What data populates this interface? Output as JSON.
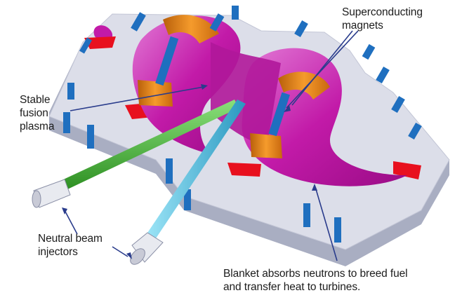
{
  "labels": {
    "magnets": "Superconducting\nmagnets",
    "plasma": "Stable\nfusion\nplasma",
    "injectors": "Neutral beam\ninjectors",
    "blanket": "Blanket absorbs neutrons to breed fuel\nand transfer heat to turbines."
  },
  "colors": {
    "slab_top": "#d9dbe6",
    "slab_side": "#aeb3c6",
    "plasma": "#c21aa8",
    "plasma_light": "#e86fd6",
    "magnet": "#ec8a1c",
    "ports": "#1f6fbf",
    "beam_green": "#3fb830",
    "beam_cyan": "#4cc4e6",
    "red_accent": "#e8101e",
    "arrow": "#2a3c8c"
  }
}
